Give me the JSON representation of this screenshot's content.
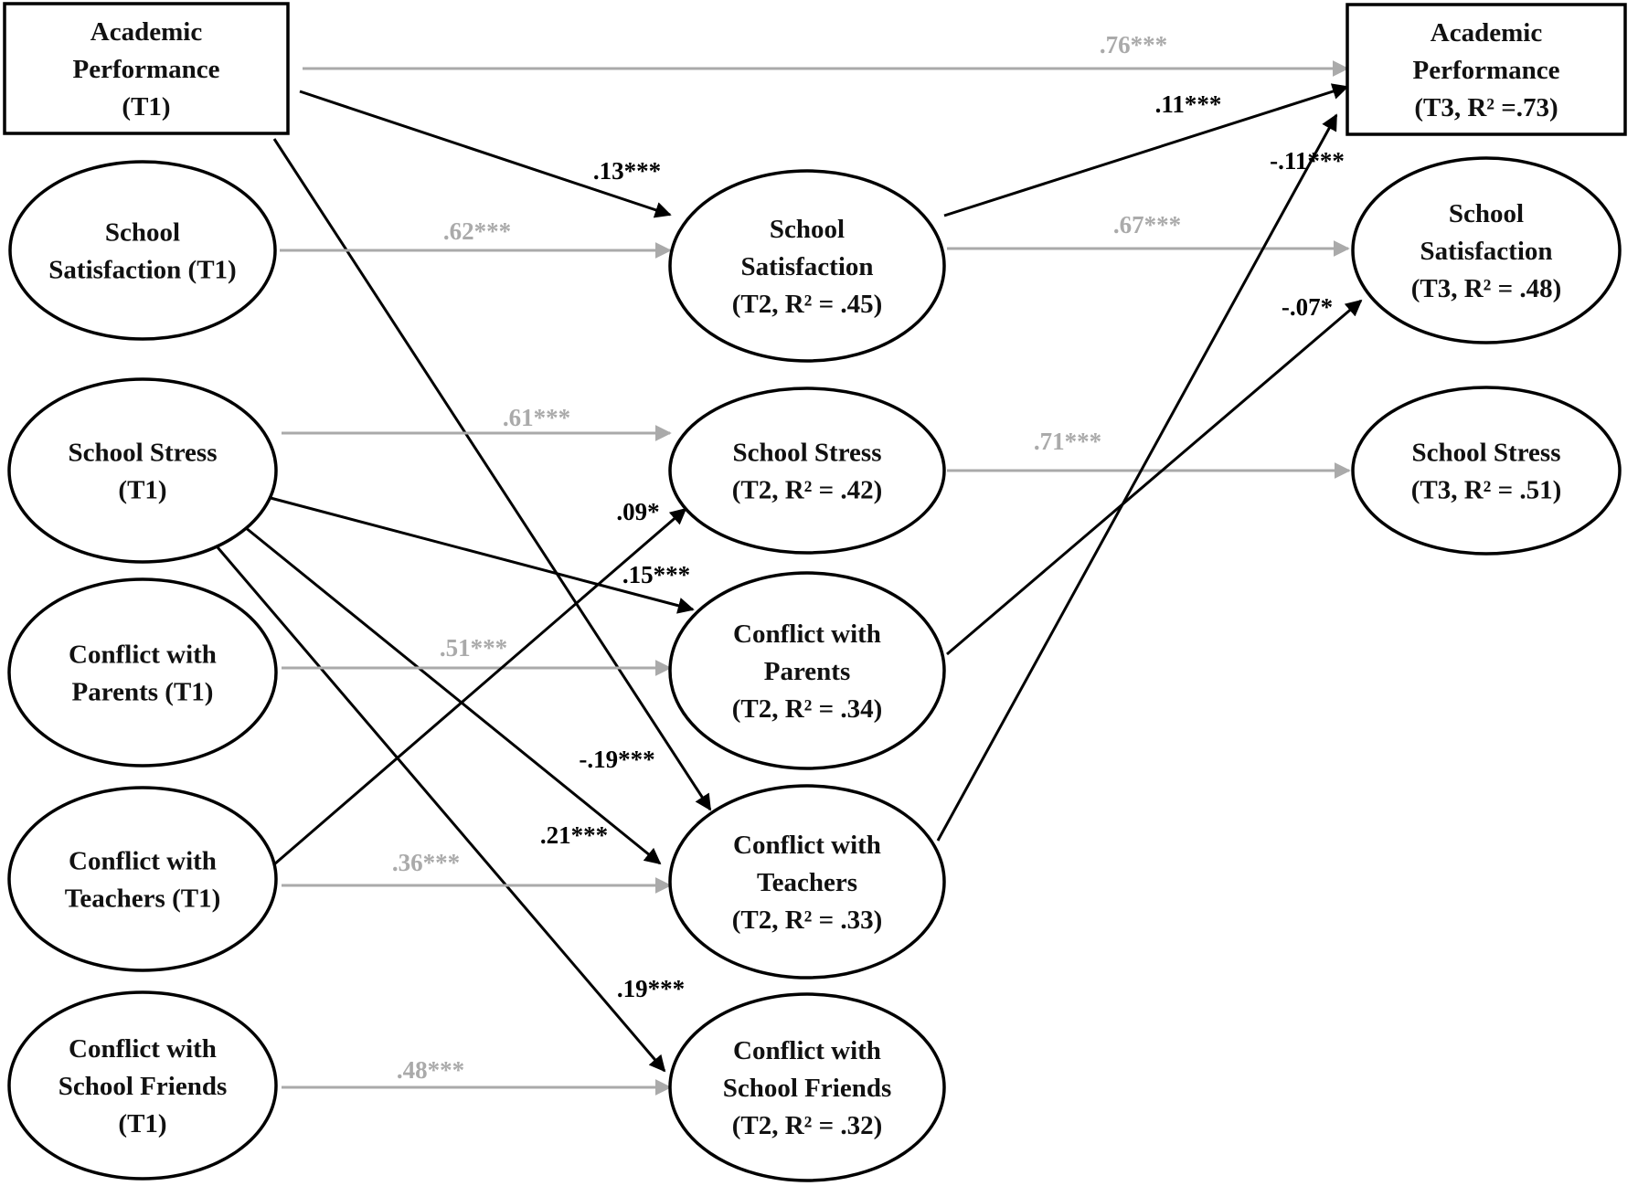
{
  "colors": {
    "black": "#000000",
    "gray": "#aaaaaa",
    "text": "#111111"
  },
  "nodes": {
    "ap_t1": {
      "lines": [
        "Academic",
        "Performance",
        "(T1)"
      ]
    },
    "ss_t1": {
      "lines": [
        "School",
        "Satisfaction (T1)"
      ]
    },
    "st_t1": {
      "lines": [
        "School Stress",
        "(T1)"
      ]
    },
    "cp_t1": {
      "lines": [
        "Conflict with",
        "Parents (T1)"
      ]
    },
    "ct_t1": {
      "lines": [
        "Conflict with",
        "Teachers (T1)"
      ]
    },
    "cf_t1": {
      "lines": [
        "Conflict with",
        "School Friends",
        "(T1)"
      ]
    },
    "ss_t2": {
      "lines": [
        "School",
        "Satisfaction",
        "(T2, R² = .45)"
      ]
    },
    "st_t2": {
      "lines": [
        "School Stress",
        "(T2, R² = .42)"
      ]
    },
    "cp_t2": {
      "lines": [
        "Conflict with",
        "Parents",
        "(T2, R² = .34)"
      ]
    },
    "ct_t2": {
      "lines": [
        "Conflict with",
        "Teachers",
        "(T2, R² = .33)"
      ]
    },
    "cf_t2": {
      "lines": [
        "Conflict with",
        "School Friends",
        "(T2, R² = .32)"
      ]
    },
    "ap_t3": {
      "lines": [
        "Academic",
        "Performance",
        "(T3, R² =.73)"
      ]
    },
    "ss_t3": {
      "lines": [
        "School",
        "Satisfaction",
        "(T3, R² = .48)"
      ]
    },
    "st_t3": {
      "lines": [
        "School Stress",
        "(T3, R² = .51)"
      ]
    }
  },
  "edges": [
    {
      "id": "ap1-ap3",
      "label": ".76***",
      "color": "gray"
    },
    {
      "id": "ap1-ss2",
      "label": ".13***",
      "color": "black"
    },
    {
      "id": "ap1-ct2",
      "label": "",
      "color": "black"
    },
    {
      "id": "ss1-ss2",
      "label": ".62***",
      "color": "gray"
    },
    {
      "id": "st1-st2",
      "label": ".61***",
      "color": "gray"
    },
    {
      "id": "st1-cp2",
      "label": ".15***",
      "color": "black"
    },
    {
      "id": "st1-ct2",
      "label": ".21***",
      "color": "black"
    },
    {
      "id": "st1-cf2",
      "label": ".19***",
      "color": "black"
    },
    {
      "id": "cp1-cp2",
      "label": ".51***",
      "color": "gray"
    },
    {
      "id": "ct1-st2",
      "label": ".09*",
      "color": "black"
    },
    {
      "id": "ct1-ct2",
      "label": ".36***",
      "color": "gray"
    },
    {
      "id": "cf1-cf2",
      "label": ".48***",
      "color": "gray"
    },
    {
      "id": "ss2-ap3",
      "label": ".11***",
      "color": "black"
    },
    {
      "id": "ss2-ss3",
      "label": ".67***",
      "color": "gray"
    },
    {
      "id": "st2-st3",
      "label": ".71***",
      "color": "gray"
    },
    {
      "id": "cp2-ss3",
      "label": "-.07*",
      "color": "black"
    },
    {
      "id": "ct2-ap3",
      "label": "-.11***",
      "color": "black"
    },
    {
      "id": "apt1-ct2-label",
      "label": "-.19***",
      "color": "black"
    }
  ]
}
